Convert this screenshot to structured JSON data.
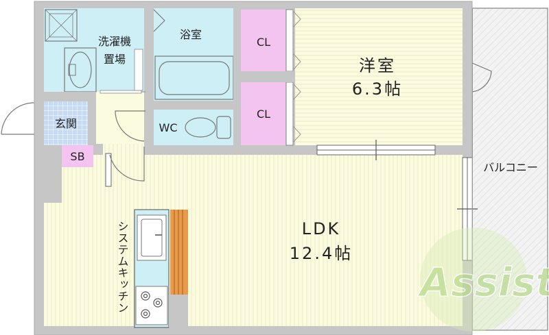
{
  "rooms": {
    "western": {
      "name": "洋室",
      "size": "6.3帖"
    },
    "ldk": {
      "name": "LDK",
      "size": "12.4帖"
    },
    "bath": "浴室",
    "washer_line1": "洗濯機",
    "washer_line2": "置場",
    "closet_1": "CL",
    "closet_2": "CL",
    "wc": "WC",
    "entrance": "玄関",
    "shoe_box": "SB",
    "balcony": "バルコニー",
    "kitchen": "システムキッチン"
  },
  "watermark": {
    "text": "Assist"
  },
  "colors": {
    "room": "#fbfbe0",
    "room_lines": "#e8e8c0",
    "wet_area": "#cfeff7",
    "closet": "#f2c4ef",
    "entrance": "#c6daf4",
    "wall": "#c6c6c6",
    "balcony": "#f1f1f1",
    "watermark": "#b6d98a"
  }
}
